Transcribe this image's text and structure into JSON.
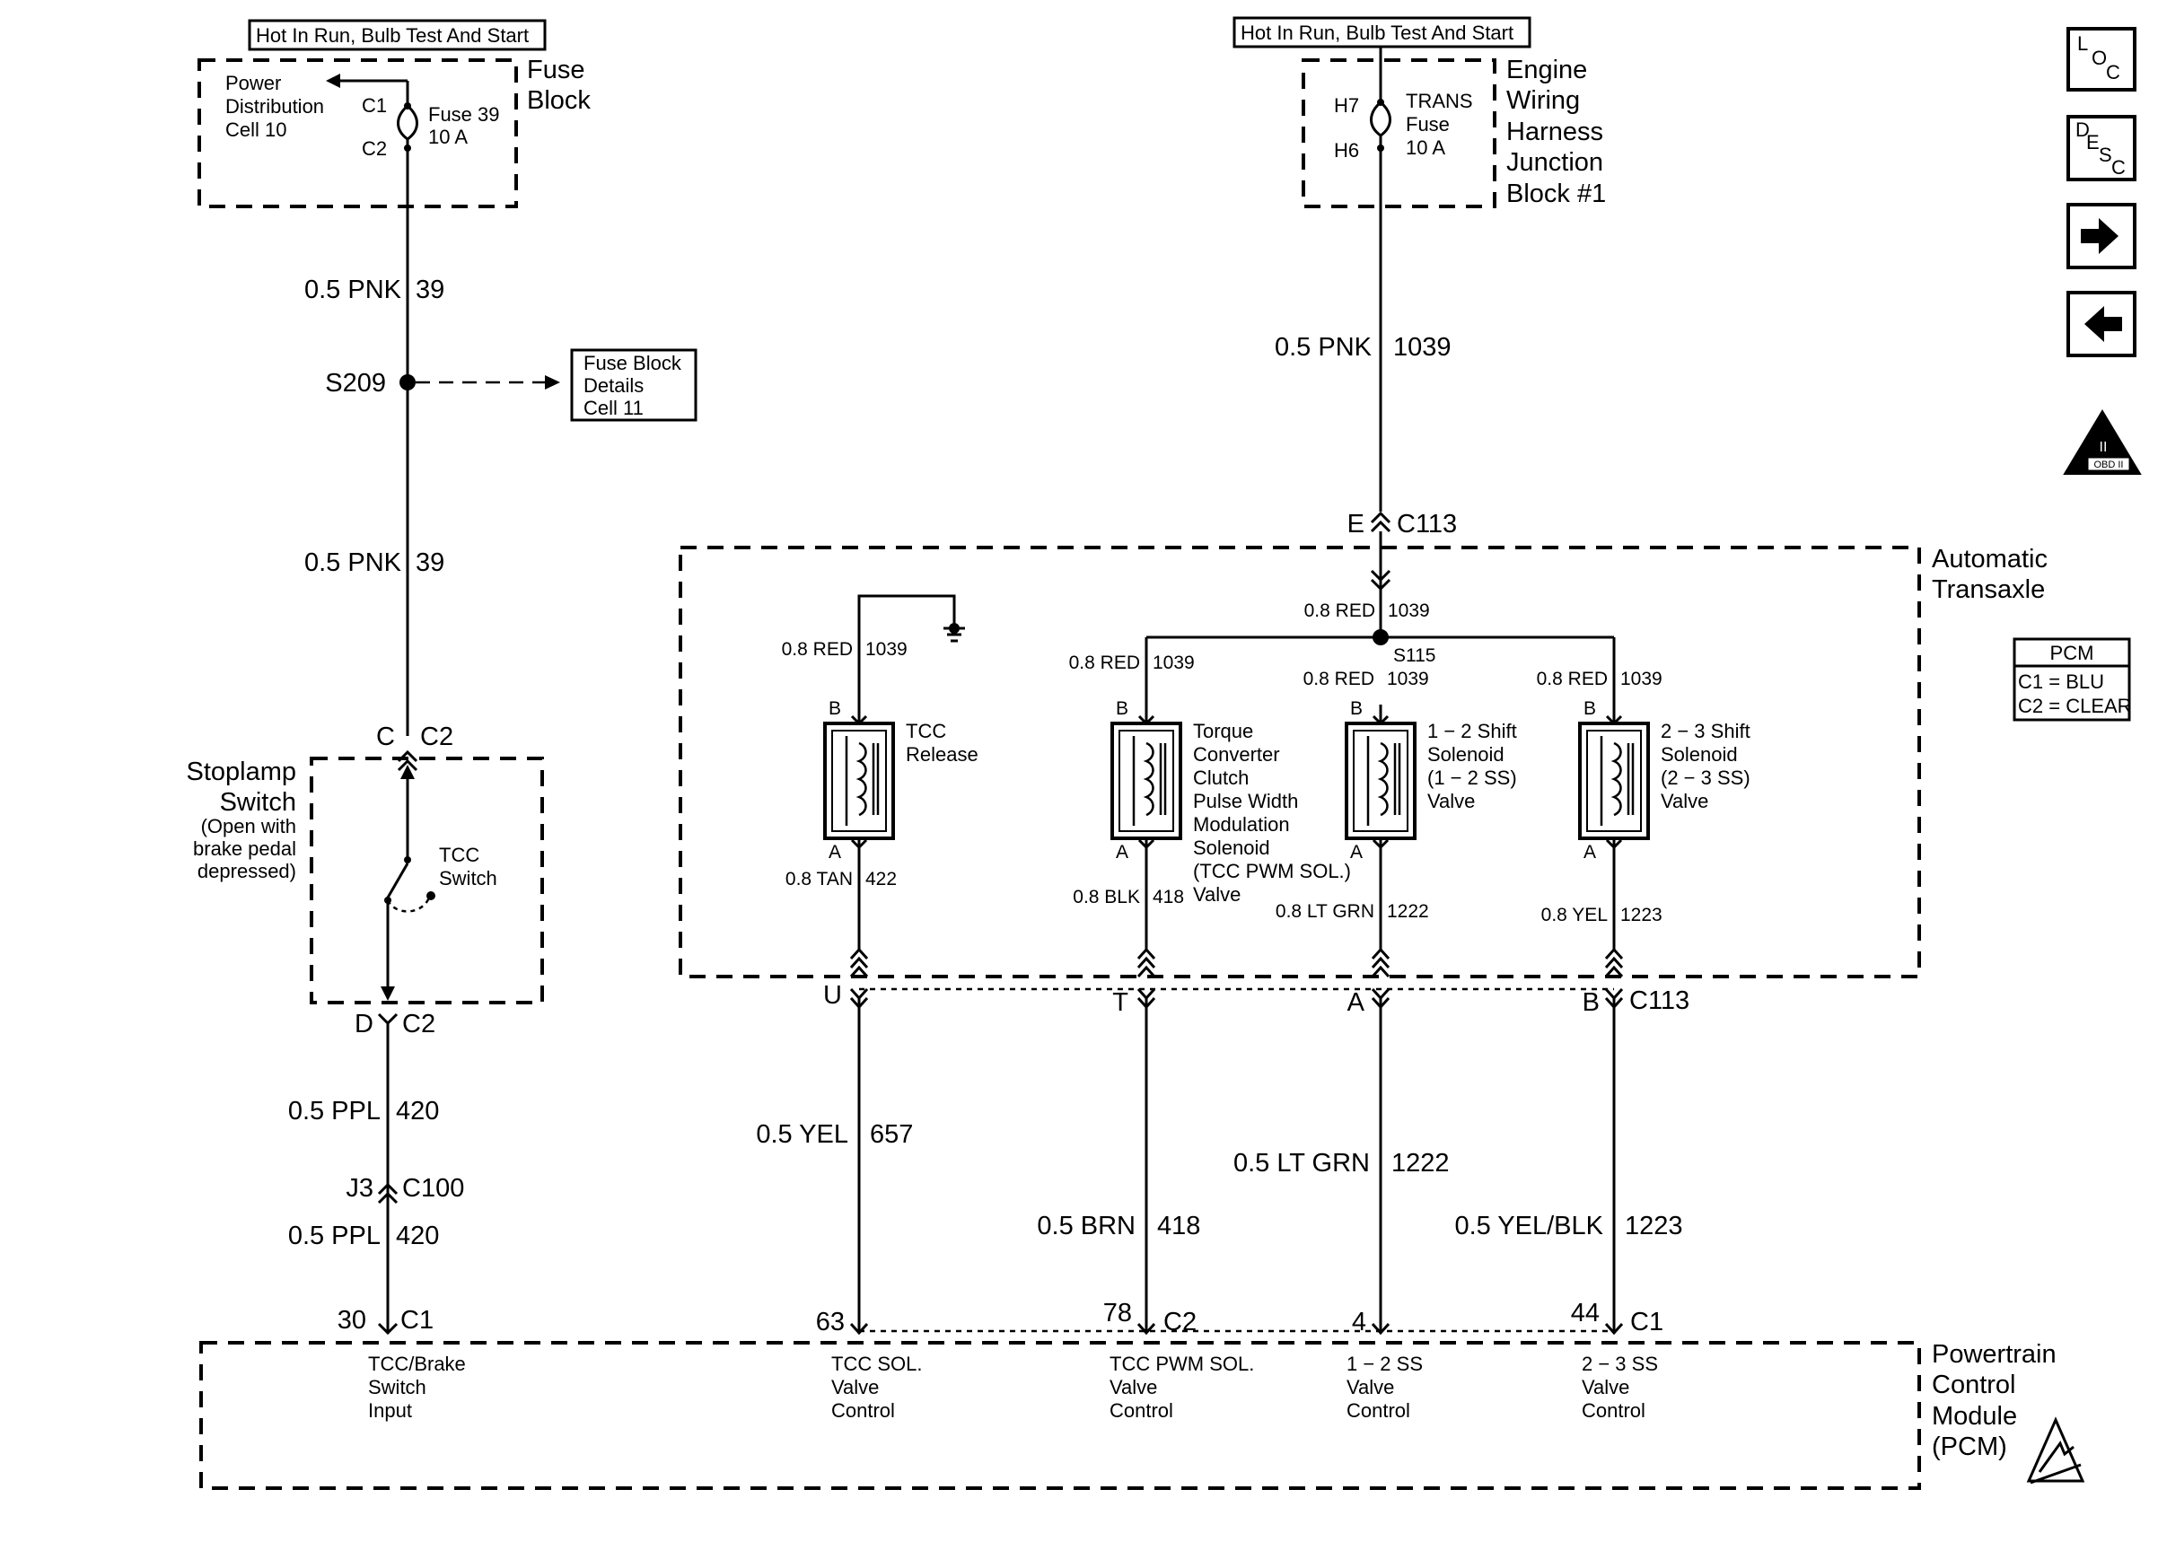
{
  "left": {
    "hot_label": "Hot In Run, Bulb Test And Start",
    "fuse_block_title": [
      "Fuse",
      "Block"
    ],
    "power_dist": [
      "Power",
      "Distribution",
      "Cell 10"
    ],
    "fuse_c1": "C1",
    "fuse_c2": "C2",
    "fuse_name": "Fuse 39",
    "fuse_rating": "10 A",
    "wire1_color": "0.5 PNK",
    "wire1_circuit": "39",
    "splice": "S209",
    "fuse_details": [
      "Fuse Block",
      "Details",
      "Cell 11"
    ],
    "wire2_color": "0.5 PNK",
    "wire2_circuit": "39",
    "sw_conn_top_pin": "C",
    "sw_conn_top": "C2",
    "stoplamp_title": [
      "Stoplamp",
      "Switch"
    ],
    "stoplamp_note": [
      "(Open with",
      "brake pedal",
      "depressed)"
    ],
    "tcc_switch": [
      "TCC",
      "Switch"
    ],
    "sw_conn_bot_pin": "D",
    "sw_conn_bot": "C2",
    "wire3_color": "0.5 PPL",
    "wire3_circuit": "420",
    "inline_pin": "J3",
    "inline_conn": "C100",
    "wire4_color": "0.5 PPL",
    "wire4_circuit": "420",
    "pcm_pin": "30",
    "pcm_conn": "C1"
  },
  "right": {
    "hot_label": "Hot In Run, Bulb Test And Start",
    "junction_title": [
      "Engine",
      "Wiring",
      "Harness",
      "Junction",
      "Block #1"
    ],
    "fuse_h7": "H7",
    "fuse_h6": "H6",
    "fuse_name": [
      "TRANS",
      "Fuse",
      "10 A"
    ],
    "wire_color": "0.5 PNK",
    "wire_circuit": "1039",
    "conn_pin": "E",
    "conn": "C113",
    "transaxle_title": [
      "Automatic",
      "Transaxle"
    ],
    "splice": "S115",
    "bus_color": "0.8 RED",
    "bus_circuit": "1039"
  },
  "solenoids": [
    {
      "top_color": "0.8 RED",
      "top_circuit": "1039",
      "name": [
        "TCC",
        "Release"
      ],
      "bot_color": "0.8 TAN",
      "bot_circuit": "422",
      "pin_b": "B",
      "pin_a": "A"
    },
    {
      "top_color": "0.8 RED",
      "top_circuit": "1039",
      "name": [
        "Torque",
        "Converter",
        "Clutch",
        "Pulse Width",
        "Modulation",
        "Solenoid",
        "(TCC PWM SOL.)",
        "Valve"
      ],
      "bot_color": "0.8 BLK",
      "bot_circuit": "418",
      "pin_b": "B",
      "pin_a": "A"
    },
    {
      "top_color": "0.8 RED",
      "top_circuit": "1039",
      "name": [
        "1 − 2 Shift",
        "Solenoid",
        "(1 − 2 SS)",
        "Valve"
      ],
      "bot_color": "0.8 LT GRN",
      "bot_circuit": "1222",
      "pin_b": "B",
      "pin_a": "A"
    },
    {
      "top_color": "0.8 RED",
      "top_circuit": "1039",
      "name": [
        "2 − 3 Shift",
        "Solenoid",
        "(2 − 3 SS)",
        "Valve"
      ],
      "bot_color": "0.8 YEL",
      "bot_circuit": "1223",
      "pin_b": "B",
      "pin_a": "A"
    }
  ],
  "c113_pins": [
    "U",
    "T",
    "A",
    "B"
  ],
  "c113_label": "C113",
  "harness": [
    {
      "color": "0.5 YEL",
      "circuit": "657"
    },
    {
      "color": "0.5 BRN",
      "circuit": "418"
    },
    {
      "color": "0.5 LT GRN",
      "circuit": "1222"
    },
    {
      "color": "0.5 YEL/BLK",
      "circuit": "1223"
    }
  ],
  "pcm_pins": [
    "63",
    "78",
    "4",
    "44"
  ],
  "pcm_conns": [
    "C2",
    "C1"
  ],
  "pcm_title": [
    "Powertrain",
    "Control",
    "Module",
    "(PCM)"
  ],
  "pcm_functions": [
    [
      "TCC/Brake",
      "Switch",
      "Input"
    ],
    [
      "TCC SOL.",
      "Valve",
      "Control"
    ],
    [
      "TCC PWM SOL.",
      "Valve",
      "Control"
    ],
    [
      "1 − 2 SS",
      "Valve",
      "Control"
    ],
    [
      "2 − 3 SS",
      "Valve",
      "Control"
    ]
  ],
  "pcm_legend": {
    "title": "PCM",
    "c1": "C1 = BLU",
    "c2": "C2 = CLEAR"
  },
  "side_buttons": {
    "loc": [
      "L",
      "O",
      "C"
    ],
    "desc": [
      "D",
      "E",
      "S",
      "C"
    ],
    "obd": "OBD II",
    "obd_num": "II"
  }
}
